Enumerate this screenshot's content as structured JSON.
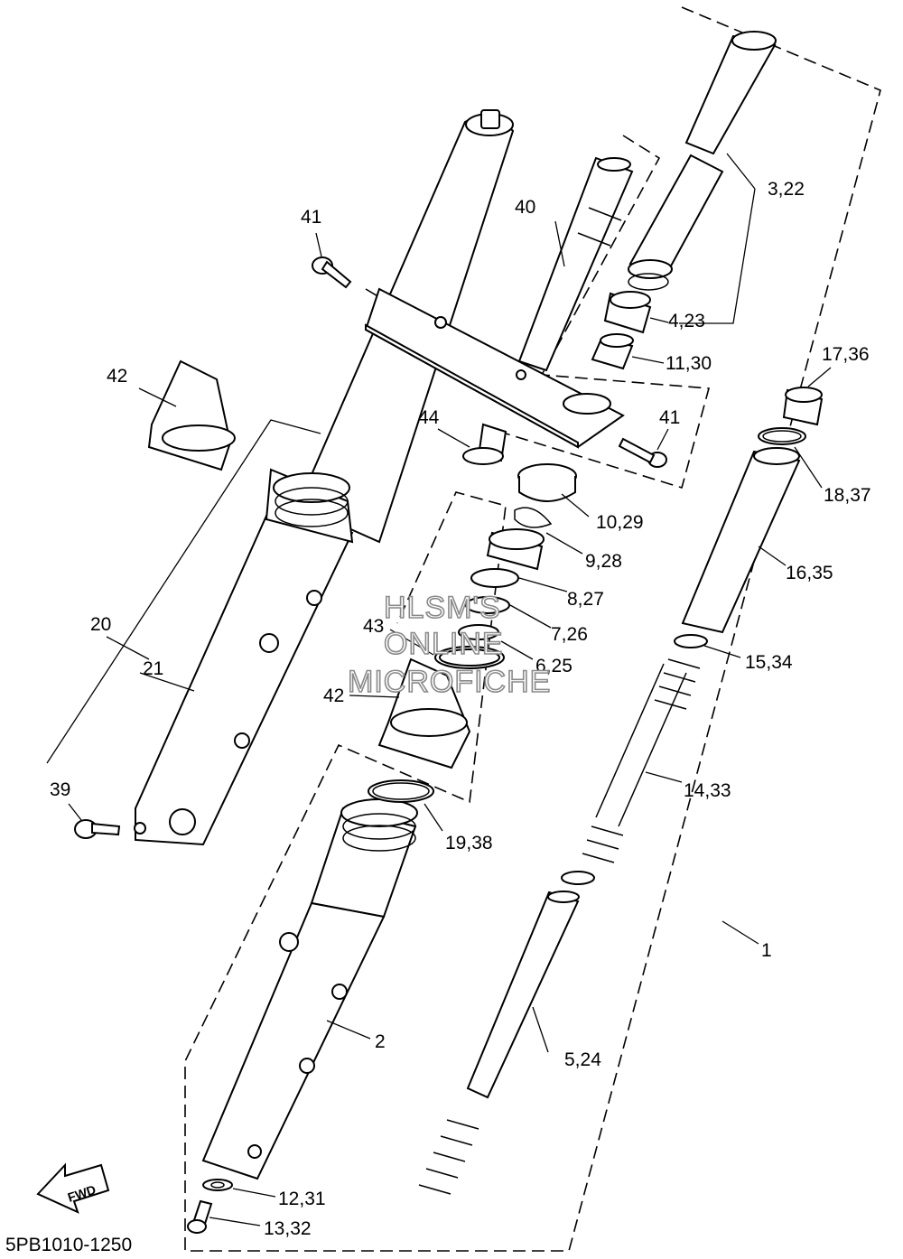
{
  "diagram_code": "5PB1010-1250",
  "fwd_text": "FWD",
  "watermark": {
    "line1": "HLSM'S",
    "line2": "ONLINE",
    "line3": "MICROFICHE"
  },
  "callouts": {
    "c1": "1",
    "c2": "2",
    "c3_22": "3,22",
    "c4_23": "4,23",
    "c5_24": "5,24",
    "c6_25": "6,25",
    "c7_26": "7,26",
    "c8_27": "8,27",
    "c9_28": "9,28",
    "c10_29": "10,29",
    "c11_30": "11,30",
    "c12_31": "12,31",
    "c13_32": "13,32",
    "c14_33": "14,33",
    "c15_34": "15,34",
    "c16_35": "16,35",
    "c17_36": "17,36",
    "c18_37": "18,37",
    "c19_38": "19,38",
    "c20": "20",
    "c21": "21",
    "c39": "39",
    "c40": "40",
    "c41a": "41",
    "c41b": "41",
    "c42a": "42",
    "c42b": "42",
    "c43": "43",
    "c44": "44"
  }
}
